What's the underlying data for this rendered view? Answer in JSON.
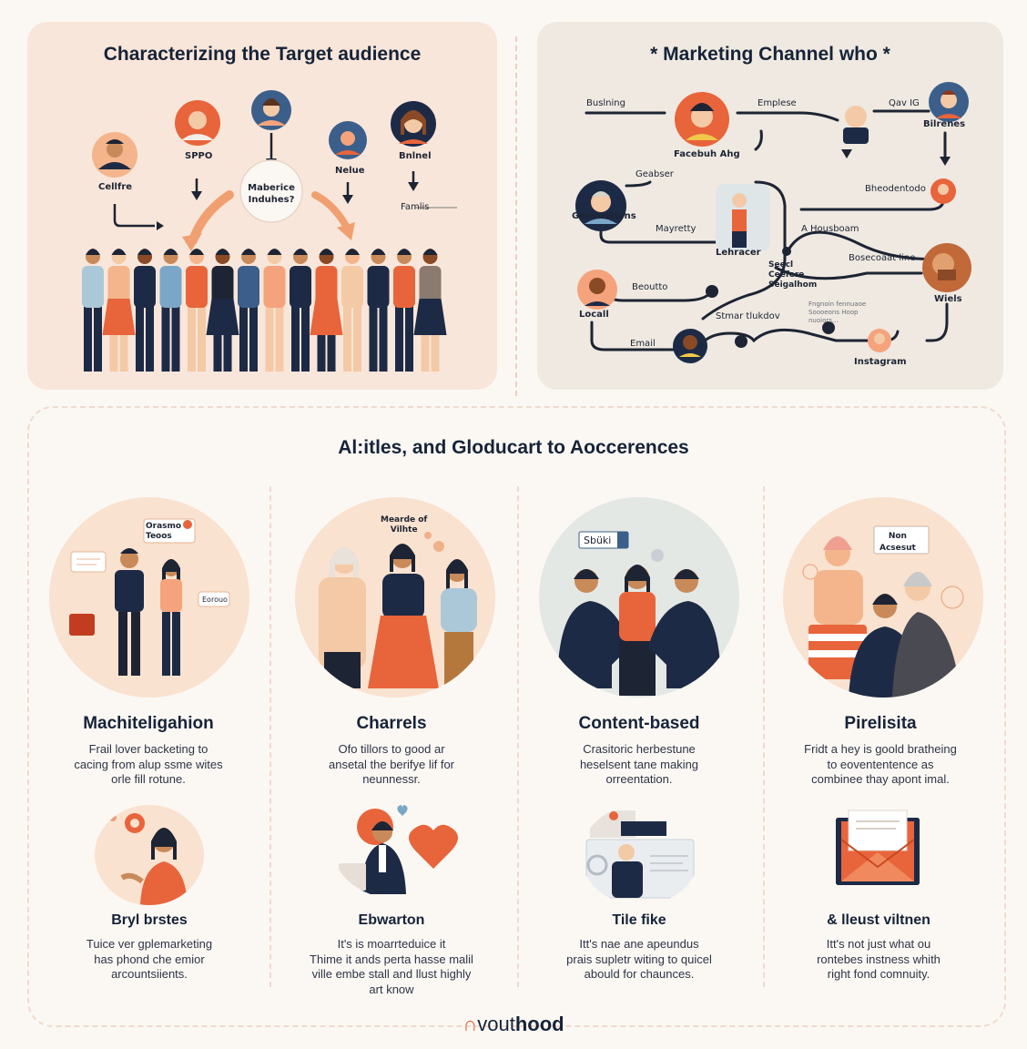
{
  "left_panel": {
    "title": "Characterizing the Target audience",
    "nodes": {
      "a": "Cellfre",
      "b": "SPPO",
      "c": "Nelue",
      "d": "Bnlnel",
      "center": "Maberice\nInduhes?",
      "e": "Famlis"
    }
  },
  "right_panel": {
    "title": "* Marketing Channel who *",
    "labels": {
      "busin": "Buslning",
      "emplese": "Emplese",
      "qav": "Qav IG",
      "faceb": "Facebuh Ahg",
      "bilrenes": "Bilrenes",
      "geabser": "Geabser",
      "genv": "Genvnetlons",
      "bhee": "Bheodentodo",
      "mayretty": "Mayretty",
      "lehracer": "Lehracer",
      "housboam": "A Housboam",
      "bosec": "Bosecoaat line",
      "seecl": "Seecl\nCeefere\nSeigalhom",
      "beoutto": "Beoutto",
      "wiels": "Wiels",
      "locall": "Locall",
      "stmar": "Stmar tlukdov",
      "notes": "Fngnoin fennuaoe\nSoooeons Hoop\nnuoiors...",
      "email": "Email",
      "instagram": "Instagram"
    }
  },
  "section_title": "Al:itles, and Gloducart to Aoccerences",
  "cards": [
    {
      "title": "Machiteligahion",
      "text": [
        "Frail lover backeting to",
        "cacing from alup ssme wites",
        "orle fill rotune."
      ],
      "tag1": "Orasmo\nTeoos",
      "tag2": "Eorouo"
    },
    {
      "title": "Charrels",
      "text": [
        "Ofo tillors to good ar",
        "ansetal the berifye lif for",
        "neunnessr."
      ],
      "tag1": "Mearde of\nVilhte"
    },
    {
      "title": "Content-based",
      "text": [
        "Crasitoric herbestune",
        "heselsent tane making",
        "orreentation."
      ],
      "tag1": "Sbüki"
    },
    {
      "title": "Pirelisita",
      "text": [
        "Fridt a hey is goold bratheing",
        "to eovententence as",
        "combinee thay apont imal."
      ],
      "tag1": "Non\nAcsesut"
    }
  ],
  "subcards": [
    {
      "title": "Bryl brstes",
      "text": [
        "Tuice ver gplemarketing",
        "has phond che emior",
        "arcountsiients."
      ]
    },
    {
      "title": "Ebwarton",
      "text": [
        "It's is moarrteduice it",
        "Thime it ands perta hasse malil",
        "ville embe stall and llust highly",
        "art know"
      ]
    },
    {
      "title": "Tile fike",
      "text": [
        "Itt's nae ane apeundus",
        "prais supletr witing to quicel",
        "abould for chaunces."
      ]
    },
    {
      "title": "& lleust viltnen",
      "text": [
        "Itt's not just what ou",
        "rontebes instness whith",
        "right fond comnuity."
      ]
    }
  ],
  "logo": {
    "mark": "∩",
    "left": "vout",
    "right": "hood"
  },
  "colors": {
    "accent": "#e8643b",
    "navy": "#1d2a45",
    "peach": "#f9e6da",
    "gray": "#efe9e1"
  }
}
